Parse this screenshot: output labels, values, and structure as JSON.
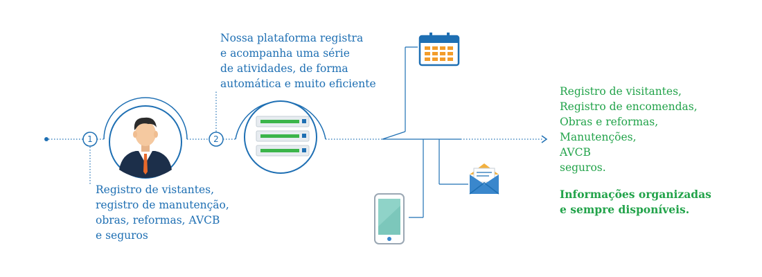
{
  "steps": {
    "step1": {
      "number": "1"
    },
    "step2": {
      "number": "2"
    }
  },
  "platform_text": "Nossa plataforma registra\ne acompanha uma série\nde atividades, de forma\nautomática e muito eficiente",
  "step1_text": "Registro de vistantes,\nregistro de manutenção,\nobras, reformas, AVCB\ne seguros",
  "results_text": "Registro de visitantes,\nRegistro de encomendas,\nObras e reformas,\nManutenções,\nAVCB\nseguros.",
  "highlight_text": "Informações organizadas\ne sempre disponíveis.",
  "icons": [
    "person-icon",
    "server-icon",
    "calendar-icon",
    "envelope-icon",
    "smartphone-icon",
    "arrow-icon"
  ],
  "colors": {
    "line": "#1e6fb3",
    "text_blue": "#1e6fb3",
    "text_green": "#22a34a",
    "accent_orange": "#f39c2a",
    "server_green": "#3bb54a",
    "phone_screen": "#8fd3c8",
    "skin": "#f5c9a0",
    "suit": "#1c2f4a"
  }
}
